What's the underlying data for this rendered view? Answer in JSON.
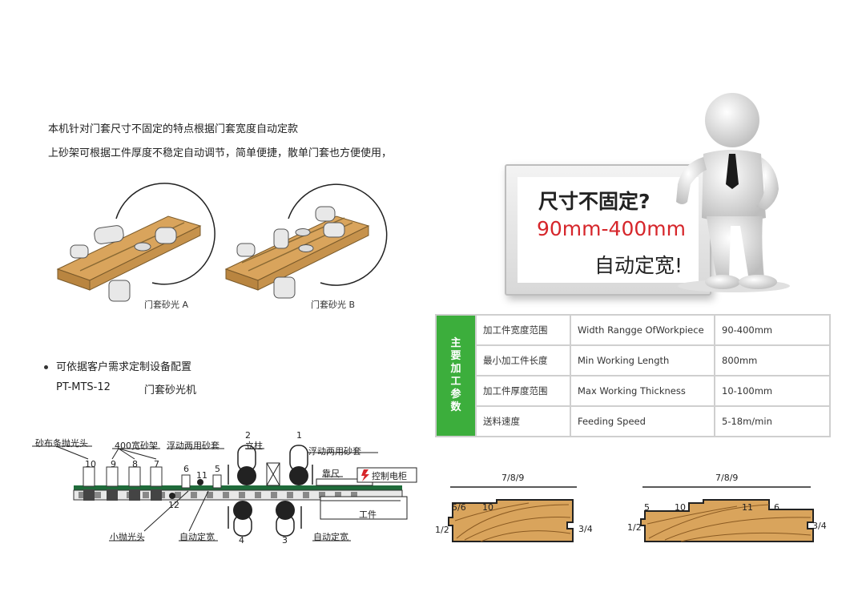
{
  "intro": {
    "line1": "本机针对门套尺寸不固定的特点根据门套宽度自动定款",
    "line2": "上砂架可根据工件厚度不稳定自动调节，简单便捷，散单门套也方便使用，"
  },
  "figures": {
    "a_caption": "门套砂光 A",
    "b_caption": "门套砂光 B"
  },
  "custom_note": "可依据客户需求定制设备配置",
  "model": {
    "code": "PT-MTS-12",
    "name": "门套砂光机"
  },
  "board": {
    "question": "尺寸不固定?",
    "range": "90mm-400mm",
    "auto": "自动定宽!"
  },
  "params": {
    "side_title": "主要加工参数",
    "rows": [
      {
        "cn": "加工件宽度范围",
        "en": "Width Rangge OfWorkpiece",
        "value": "90-400mm"
      },
      {
        "cn": "最小加工件长度",
        "en": "Min Working Length",
        "value": "800mm"
      },
      {
        "cn": "加工件厚度范围",
        "en": "Max Working Thickness",
        "value": "10-100mm"
      },
      {
        "cn": "送料速度",
        "en": "Feeding Speed",
        "value": "5-18m/min"
      }
    ]
  },
  "machine": {
    "labels": {
      "belt_head": "砂布条抛光头",
      "sand_frame": "400宽砂架",
      "float_left": "浮动两用砂套",
      "column": "立柱",
      "float_right": "浮动两用砂套",
      "fence": "靠尺",
      "cabinet": "控制电柜",
      "workpiece": "工件",
      "small_head": "小抛光头",
      "auto_left": "自动定宽",
      "auto_right": "自动定宽"
    },
    "numbers": {
      "n10": "10",
      "n9": "9",
      "n8": "8",
      "n7": "7",
      "n6": "6",
      "n11": "11",
      "n5": "5",
      "n2": "2",
      "n1": "1",
      "n12": "12",
      "n4": "4",
      "n3": "3"
    }
  },
  "profiles": {
    "left": {
      "top": "7/8/9",
      "l1": "5/6",
      "l2": "10",
      "l3": "1/2",
      "r1": "3/4"
    },
    "right": {
      "top": "7/8/9",
      "l1": "5",
      "l2": "10",
      "l3": "1/2",
      "m1": "11",
      "m2": "6",
      "r1": "3/4"
    }
  },
  "colors": {
    "green": "#3cae3c",
    "red": "#d6262b",
    "wood": "#d9a45c"
  }
}
